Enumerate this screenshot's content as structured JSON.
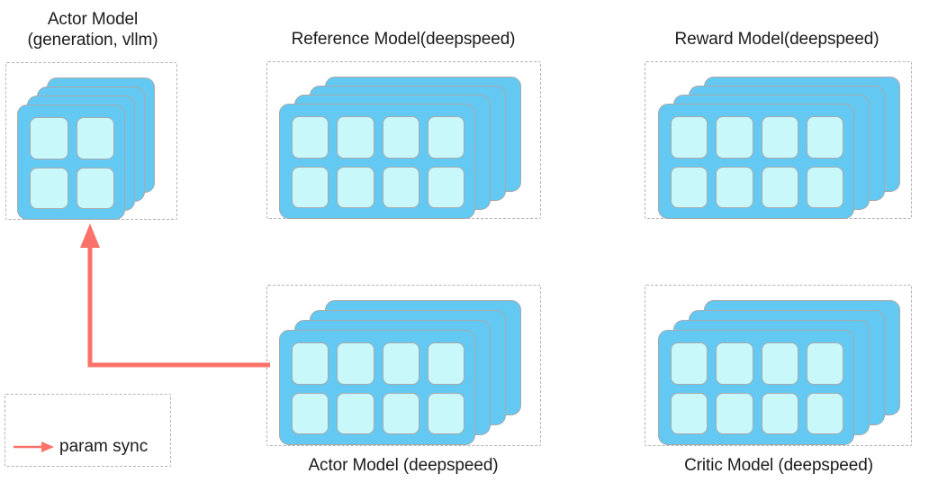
{
  "diagram": {
    "title_color": "#1b1b1b",
    "card_color": "#63c9f3",
    "cell_color": "#c9f8fb",
    "card_border_color": "#a9a9a9",
    "box_border_color": "#b3b3b3",
    "arrow_color": "#fa7268",
    "background": "#ffffff"
  },
  "clusters": [
    {
      "id": "actor-vllm",
      "label": "Actor Model\n(generation, vllm)",
      "label_position": "top",
      "cards": 4,
      "grid_cols": 2,
      "grid_rows": 2,
      "cells": 4
    },
    {
      "id": "reference",
      "label": "Reference Model(deepspeed)",
      "label_position": "top",
      "cards": 4,
      "grid_cols": 4,
      "grid_rows": 2,
      "cells": 8
    },
    {
      "id": "reward",
      "label": "Reward Model(deepspeed)",
      "label_position": "top",
      "cards": 4,
      "grid_cols": 4,
      "grid_rows": 2,
      "cells": 8
    },
    {
      "id": "actor-deepspeed",
      "label": "Actor Model (deepspeed)",
      "label_position": "bottom",
      "cards": 4,
      "grid_cols": 4,
      "grid_rows": 2,
      "cells": 8
    },
    {
      "id": "critic",
      "label": "Critic Model (deepspeed)",
      "label_position": "bottom",
      "cards": 4,
      "grid_cols": 4,
      "grid_rows": 2,
      "cells": 8
    }
  ],
  "legend": {
    "label": "param sync",
    "arrow_color": "#fa7268"
  },
  "connection": {
    "from": "actor-deepspeed",
    "to": "actor-vllm",
    "type": "param sync",
    "color": "#fa7268"
  }
}
